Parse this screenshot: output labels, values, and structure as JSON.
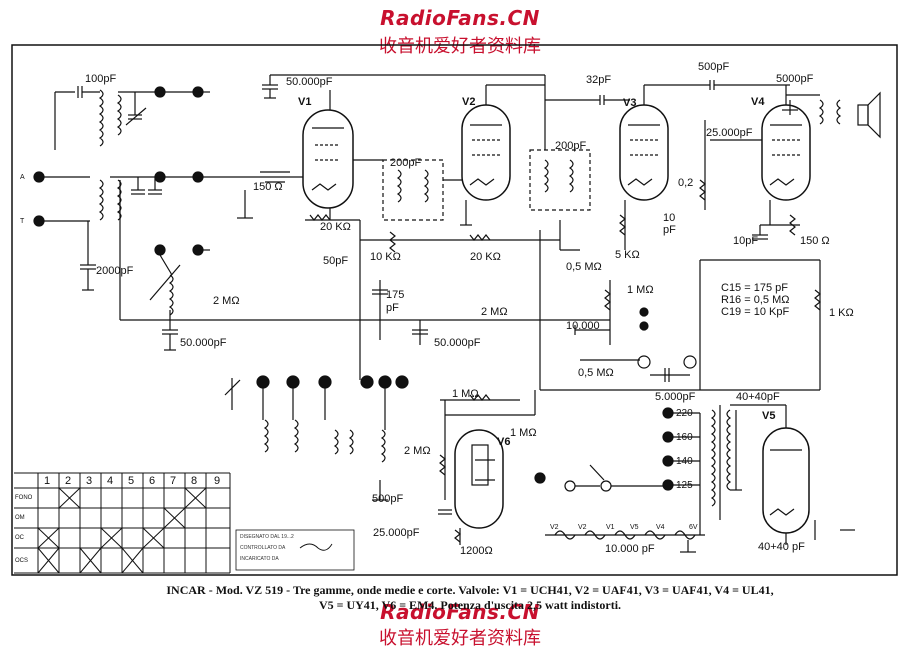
{
  "watermark": {
    "site": "RadioFans.CN",
    "cn": "收音机爱好者资料库"
  },
  "caption": {
    "line1": "INCAR - Mod. VZ 519 - Tre gamme, onde medie e corte. Valvole: V1 = UCH41, V2 = UAF41, V3 = UAF41, V4 = UL41,",
    "line2": "V5 = UY41, V6 = EM4. Potenza d'uscita 2,5 watt indistorti."
  },
  "valves": {
    "v1": "V1",
    "v2": "V2",
    "v3": "V3",
    "v4": "V4",
    "v5": "V5",
    "v6": "V6"
  },
  "components": {
    "c1": "100pF",
    "c2": "2000pF",
    "c3": "50.000pF",
    "c4": "175",
    "c4b": "pF",
    "c5": "50.000pF",
    "c6": "50pF",
    "c7": "500pF",
    "c8": "25.000pF",
    "c9": "200pF",
    "c11": "50.000pF",
    "c13": "32pF",
    "c14": "200pF",
    "c16": "10.000",
    "c17": "500pF",
    "c18": "25.000pF",
    "c20": "10",
    "c20b": "pF",
    "c21": "10pF",
    "c22": "5000pF",
    "c23": "5.000pF",
    "c23b": "40+40pF",
    "c24": "10.000 pF",
    "c25": "40+40 pF",
    "r1": "150 Ω",
    "r2": "20 KΩ",
    "r3": "2 MΩ",
    "r4": "10 KΩ",
    "r5": "20 KΩ",
    "r6": "2 MΩ",
    "r7": "2 MΩ",
    "r8": "1 MΩ",
    "r9": "1200Ω",
    "r10": "1 MΩ",
    "r11": "0,5 MΩ",
    "r12": "5 KΩ",
    "r13": "1 MΩ",
    "r14": "0,5 MΩ",
    "r15": "0,2",
    "r17": "150 Ω",
    "r18": "1 KΩ"
  },
  "notes": {
    "line1": "C15 = 175 pF",
    "line2": "R16 = 0,5 MΩ",
    "line3": "C19 = 10 KpF"
  },
  "transformer": {
    "taps": [
      "220",
      "160",
      "140",
      "125"
    ],
    "heaters": [
      "V2",
      "V2",
      "V1",
      "V5",
      "V4"
    ],
    "volt": "6V"
  },
  "terminals": {
    "a": "A",
    "t": "T"
  },
  "switch_table": {
    "columns": [
      "1",
      "2",
      "3",
      "4",
      "5",
      "6",
      "7",
      "8",
      "9"
    ],
    "rows": [
      "FONO",
      "OM",
      "OC",
      "OCS"
    ]
  },
  "signature": {
    "l1": "DISEGNATO DAL 19...2",
    "l2": "CONTROLLATO DA",
    "l3": "INCARICATO DA"
  }
}
